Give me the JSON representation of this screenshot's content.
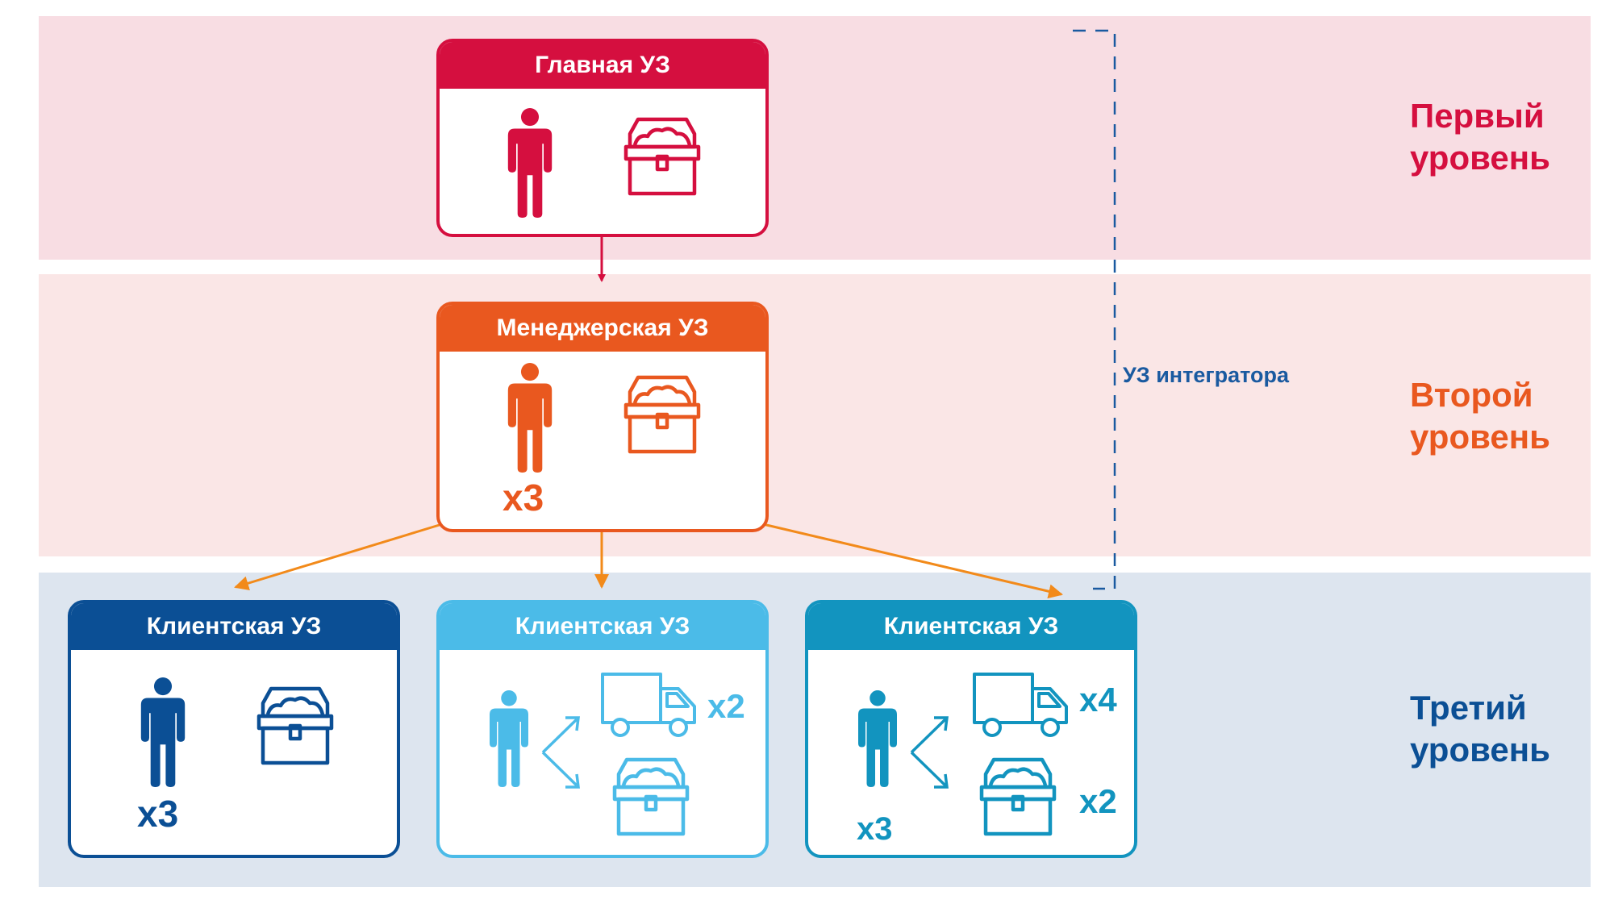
{
  "colors": {
    "level1": "#d50f3f",
    "level2": "#e9581f",
    "arrow_orange": "#f28a1a",
    "client_dark": "#0b4f95",
    "client_light": "#4bbbe8",
    "client_mid": "#1294bf",
    "integrator": "#1a5aa0"
  },
  "levels": [
    {
      "label": "Первый\nуровень"
    },
    {
      "label": "Второй\nуровень"
    },
    {
      "label": "Третий\nуровень"
    }
  ],
  "integrator_label": "УЗ интегратора",
  "nodes": {
    "main": {
      "title": "Главная УЗ",
      "icons": [
        "person-icon",
        "treasure-chest-icon"
      ]
    },
    "manager": {
      "title": "Менеджерская УЗ",
      "icons": [
        "person-icon",
        "treasure-chest-icon"
      ],
      "person_mult": "x3"
    },
    "client1": {
      "title": "Клиентская УЗ",
      "icons": [
        "person-icon",
        "treasure-chest-icon"
      ],
      "person_mult": "x3"
    },
    "client2": {
      "title": "Клиентская УЗ",
      "icons": [
        "person-icon",
        "truck-icon",
        "treasure-chest-icon"
      ],
      "truck_mult": "x2"
    },
    "client3": {
      "title": "Клиентская УЗ",
      "icons": [
        "person-icon",
        "truck-icon",
        "treasure-chest-icon"
      ],
      "person_mult": "x3",
      "truck_mult": "x4",
      "chest_mult": "x2"
    }
  }
}
